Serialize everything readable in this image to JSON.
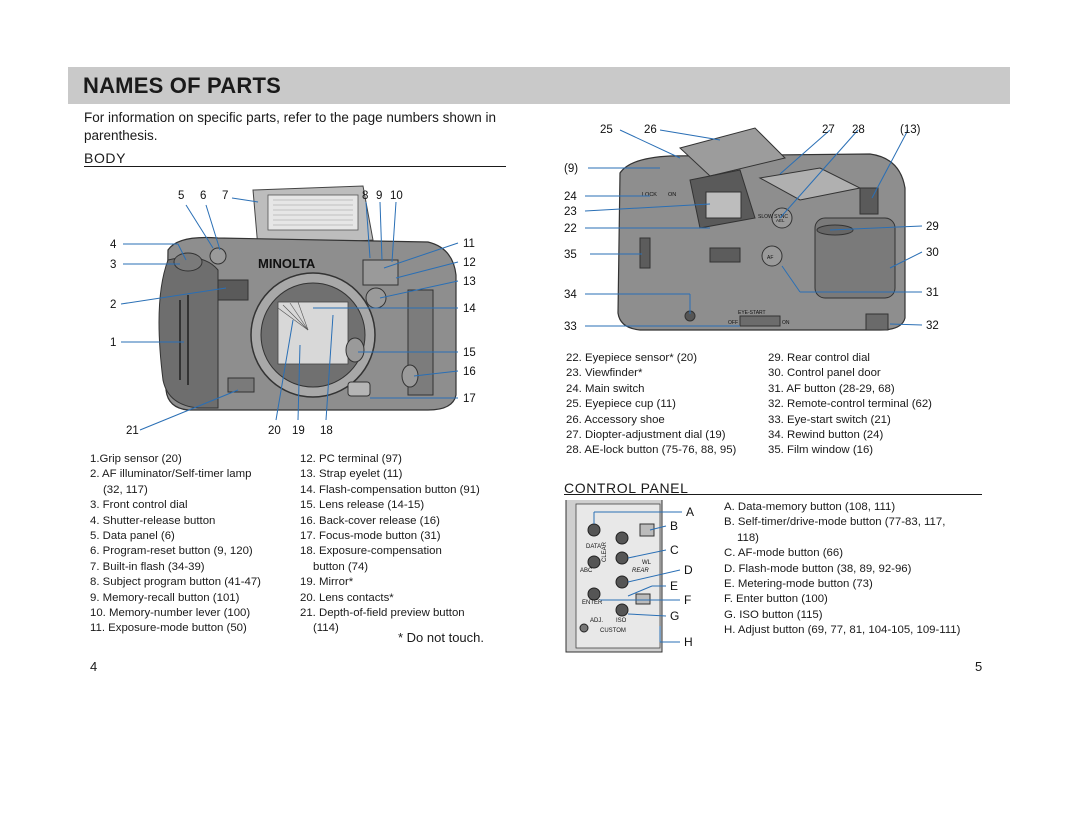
{
  "header": {
    "title": "NAMES OF PARTS"
  },
  "intro": "For information on specific parts, refer to the page numbers shown in parenthesis.",
  "body_section": {
    "heading": "BODY",
    "callouts_top": [
      "5",
      "6",
      "7",
      "8",
      "9",
      "10"
    ],
    "callouts_left": [
      "4",
      "3",
      "2",
      "1",
      "21"
    ],
    "callouts_right": [
      "11",
      "12",
      "13",
      "14",
      "15",
      "16",
      "17"
    ],
    "callouts_bottom": [
      "20",
      "19",
      "18"
    ],
    "brand": "MINOLTA",
    "parts_col1": [
      "1.Grip sensor (20)",
      "2. AF illuminator/Self-timer lamp",
      "(32, 117)",
      "3. Front control dial",
      "4. Shutter-release button",
      "5. Data panel (6)",
      "6. Program-reset button (9, 120)",
      "7. Built-in flash (34-39)",
      "8. Subject program button (41-47)",
      "9. Memory-recall button (101)",
      "10. Memory-number lever (100)",
      "11. Exposure-mode button (50)"
    ],
    "parts_col2": [
      "12. PC terminal (97)",
      "13. Strap eyelet (11)",
      "14. Flash-compensation button (91)",
      "15. Lens release (14-15)",
      "16. Back-cover release (16)",
      "17. Focus-mode button (31)",
      "18. Exposure-compensation",
      "button (74)",
      "19. Mirror*",
      "20. Lens contacts*",
      "21. Depth-of-field preview button",
      "(114)"
    ],
    "note": "* Do not touch."
  },
  "back_section": {
    "callouts_top": [
      "25",
      "26",
      "27",
      "28",
      "(13)"
    ],
    "callouts_left": [
      "(9)",
      "24",
      "23",
      "22",
      "35",
      "34",
      "33"
    ],
    "callouts_right": [
      "29",
      "30",
      "31",
      "32"
    ],
    "markings": {
      "lock": "LOCK",
      "on": "ON",
      "slow_sync": "SLOW SYNC",
      "ael": "AEL",
      "af": "AF",
      "eye_start": "EYE-START",
      "off": "OFF",
      "on2": "ON"
    },
    "parts_col1": [
      "22. Eyepiece sensor* (20)",
      "23. Viewfinder*",
      "24. Main switch",
      "25. Eyepiece cup (11)",
      "26. Accessory shoe",
      "27. Diopter-adjustment dial (19)",
      "28. AE-lock button (75-76, 88, 95)"
    ],
    "parts_col2": [
      "29. Rear control dial",
      "30. Control panel door",
      "31. AF button (28-29, 68)",
      "32. Remote-control terminal (62)",
      "33. Eye-start switch (21)",
      "34. Rewind button (24)",
      "35. Film window (16)"
    ]
  },
  "control_panel": {
    "heading": "CONTROL PANEL",
    "callouts": [
      "A",
      "B",
      "C",
      "D",
      "E",
      "F",
      "G",
      "H"
    ],
    "markings": {
      "data": "DATA",
      "clear": "CLEAR",
      "abc": "ABC",
      "rear": "REAR",
      "wl": "WL",
      "enter": "ENTER",
      "adj": "ADJ.",
      "iso": "ISO",
      "custom": "CUSTOM"
    },
    "parts": [
      "A. Data-memory button (108, 111)",
      "B. Self-timer/drive-mode button (77-83, 117,",
      "118)",
      "C. AF-mode button (66)",
      "D. Flash-mode button (38, 89, 92-96)",
      "E. Metering-mode button (73)",
      "F. Enter button (100)",
      "G. ISO button (115)",
      "H. Adjust button (69, 77, 81, 104-105, 109-111)"
    ]
  },
  "page_numbers": {
    "left": "4",
    "right": "5"
  }
}
